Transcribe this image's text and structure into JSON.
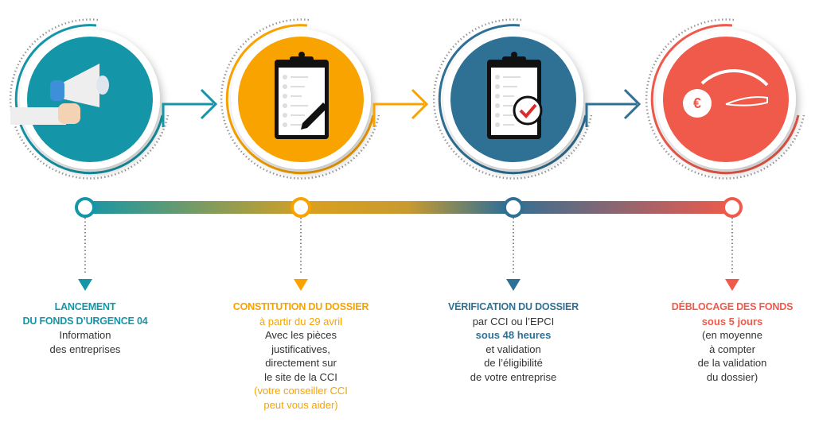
{
  "colors": {
    "teal": "#1596a8",
    "orange": "#f8a300",
    "blue": "#2f7095",
    "red": "#ef5a4b",
    "text": "#333333"
  },
  "steps": [
    {
      "icon": "megaphone-icon",
      "title_lines": [
        "LANCEMENT",
        "DU FONDS D’URGENCE 04"
      ],
      "lines": [
        {
          "text": "Information",
          "style": "normal"
        },
        {
          "text": "des entreprises",
          "style": "normal"
        }
      ]
    },
    {
      "icon": "clipboard-pen-icon",
      "title_lines": [
        "CONSTITUTION DU DOSSIER"
      ],
      "lines": [
        {
          "text": "à partir du 29 avril",
          "style": "accent"
        },
        {
          "text": "Avec les pièces",
          "style": "normal"
        },
        {
          "text": "justificatives,",
          "style": "normal"
        },
        {
          "text": "directement sur",
          "style": "normal"
        },
        {
          "text": "le site de la CCI",
          "style": "normal"
        },
        {
          "text": "(votre conseiller CCI",
          "style": "accent"
        },
        {
          "text": "peut vous aider)",
          "style": "accent"
        }
      ]
    },
    {
      "icon": "clipboard-check-icon",
      "title_lines": [
        "VÉRIFICATION DU DOSSIER"
      ],
      "lines": [
        {
          "text": "par CCI ou l’EPCI",
          "style": "normal"
        },
        {
          "text": "sous 48 heures",
          "style": "accent-bold"
        },
        {
          "text": "et validation",
          "style": "normal"
        },
        {
          "text": "de l’éligibilité",
          "style": "normal"
        },
        {
          "text": "de votre entreprise",
          "style": "normal"
        }
      ]
    },
    {
      "icon": "euro-gauge-icon",
      "title_lines": [
        "DÉBLOCAGE DES FONDS"
      ],
      "lines": [
        {
          "text": "sous 5 jours",
          "style": "accent-bold"
        },
        {
          "text": "(en moyenne",
          "style": "normal"
        },
        {
          "text": "à compter",
          "style": "normal"
        },
        {
          "text": "de la validation",
          "style": "normal"
        },
        {
          "text": "du dossier)",
          "style": "normal"
        }
      ],
      "euro_symbol": "€"
    }
  ]
}
